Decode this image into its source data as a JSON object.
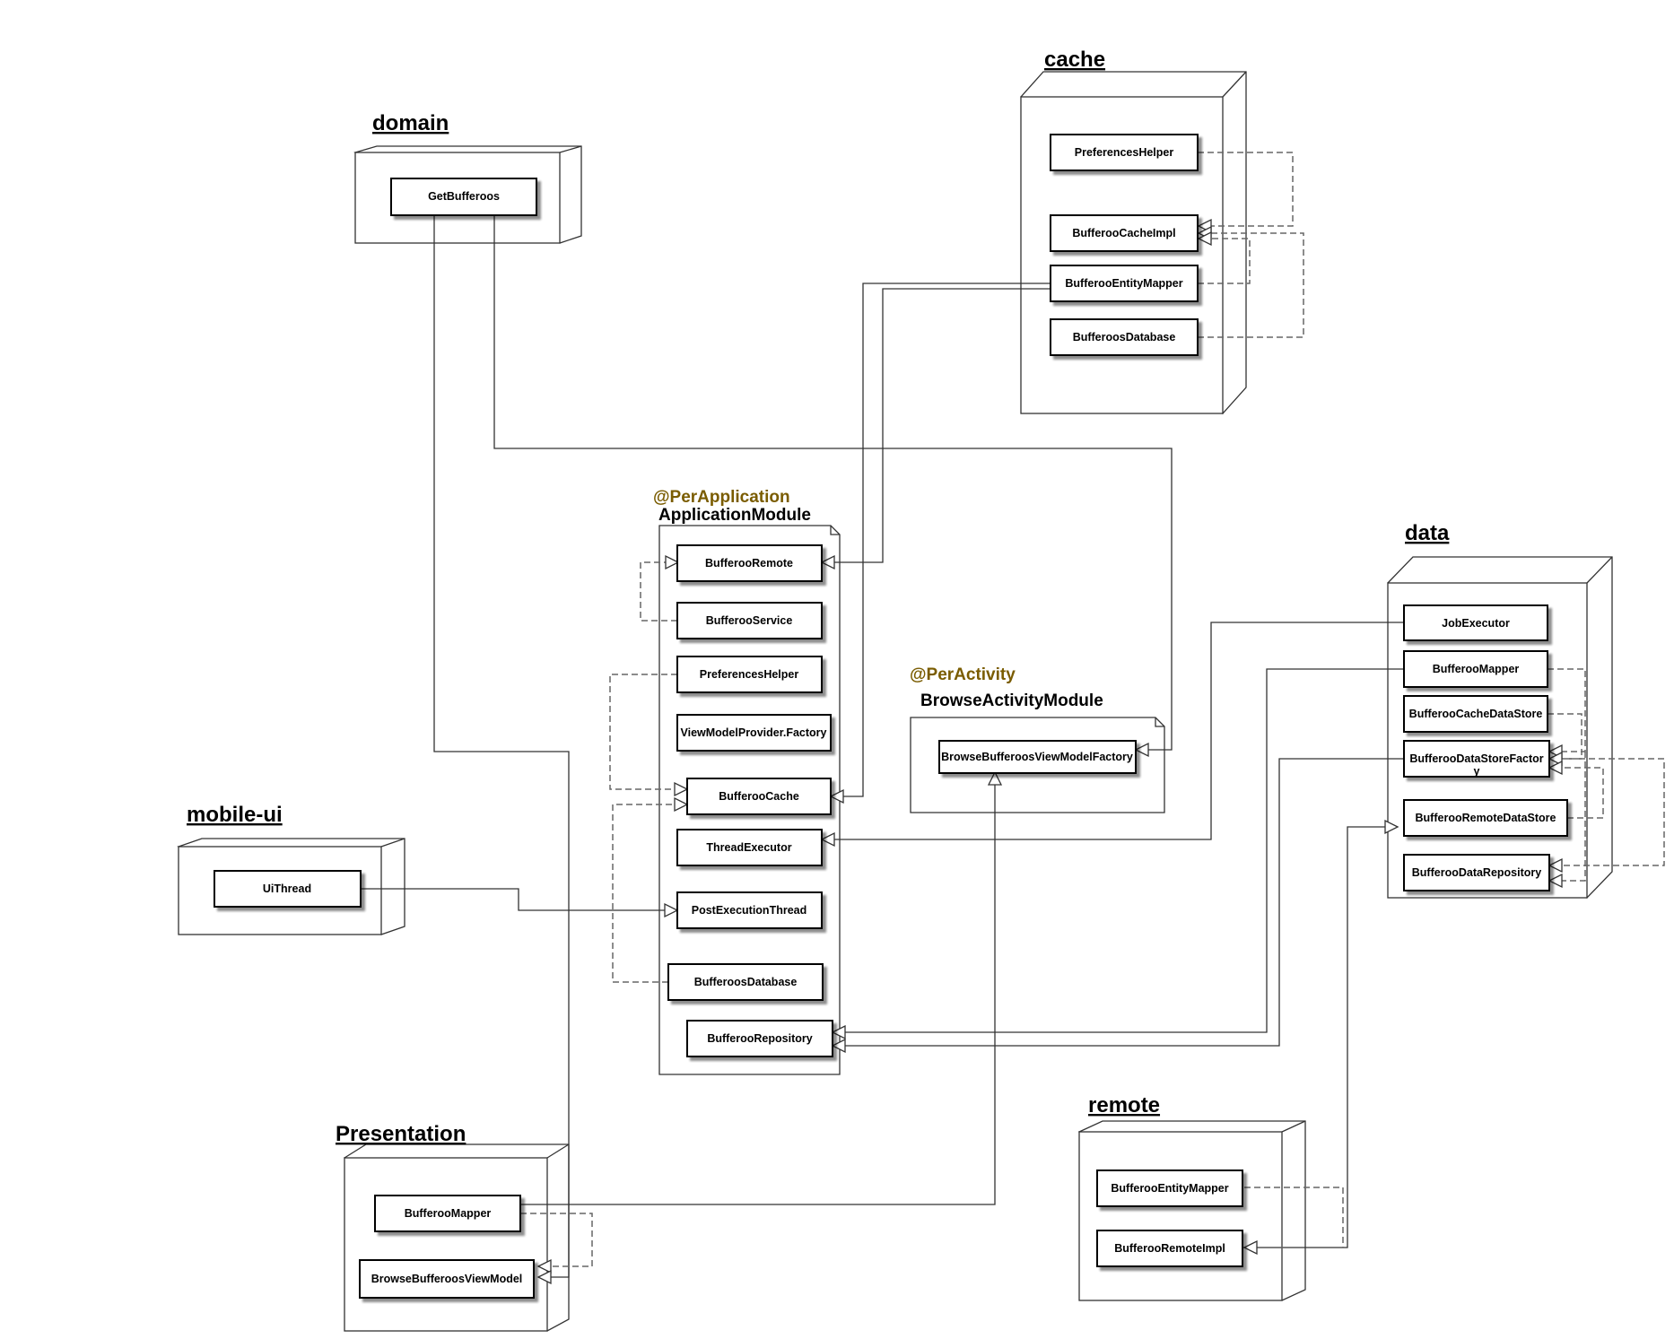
{
  "packages": {
    "domain": {
      "title": "domain",
      "components": [
        "GetBufferoos"
      ]
    },
    "cache": {
      "title": "cache",
      "components": [
        "PreferencesHelper",
        "BufferooCacheImpl",
        "BufferooEntityMapper",
        "BufferoosDatabase"
      ]
    },
    "data": {
      "title": "data",
      "components": [
        "JobExecutor",
        "BufferooMapper",
        "BufferooCacheDataStore",
        "BufferooDataStoreFactor",
        "BufferooRemoteDataStore",
        "BufferooDataRepository"
      ],
      "wrap": "y"
    },
    "mobile_ui": {
      "title": "mobile-ui",
      "components": [
        "UiThread"
      ]
    },
    "presentation": {
      "title": "Presentation",
      "components": [
        "BufferooMapper",
        "BrowseBufferoosViewModel"
      ]
    },
    "remote": {
      "title": "remote",
      "components": [
        "BufferooEntityMapper",
        "BufferooRemoteImpl"
      ]
    }
  },
  "modules": {
    "application": {
      "annotation": "@PerApplication",
      "title": "ApplicationModule",
      "components": [
        "BufferooRemote",
        "BufferooService",
        "PreferencesHelper",
        "ViewModelProvider.Factory",
        "BufferooCache",
        "ThreadExecutor",
        "PostExecutionThread",
        "BufferoosDatabase",
        "BufferooRepository"
      ]
    },
    "browse_activity": {
      "annotation": "@PerActivity",
      "title": "BrowseActivityModule",
      "components": [
        "BrowseBufferoosViewModelFactory"
      ]
    }
  },
  "colors": {
    "annotation": "#7a5c00",
    "line": "#333333",
    "dashed": "#666666"
  }
}
